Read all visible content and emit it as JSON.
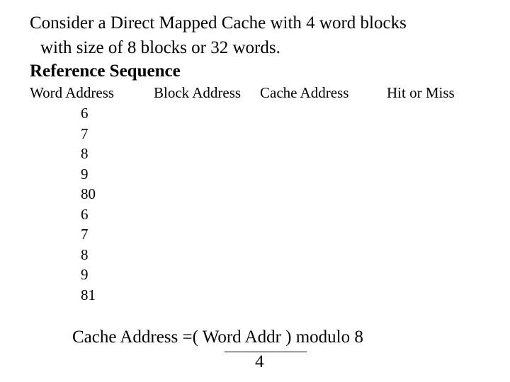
{
  "slide": {
    "title_line1": "Consider a Direct Mapped Cache with 4 word blocks",
    "title_line2": "with size of 8 blocks or 32 words.",
    "heading": "Reference Sequence",
    "columns": {
      "word_address": "Word Address",
      "block_address": "Block Address",
      "cache_address": "Cache Address",
      "hit_or_miss": "Hit or Miss"
    },
    "word_addresses": [
      "6",
      "7",
      "8",
      "9",
      "80",
      "6",
      "7",
      "8",
      "9",
      "81"
    ],
    "formula": {
      "text": "Cache Address =( Word Addr ) modulo 8",
      "denominator": "4"
    }
  }
}
